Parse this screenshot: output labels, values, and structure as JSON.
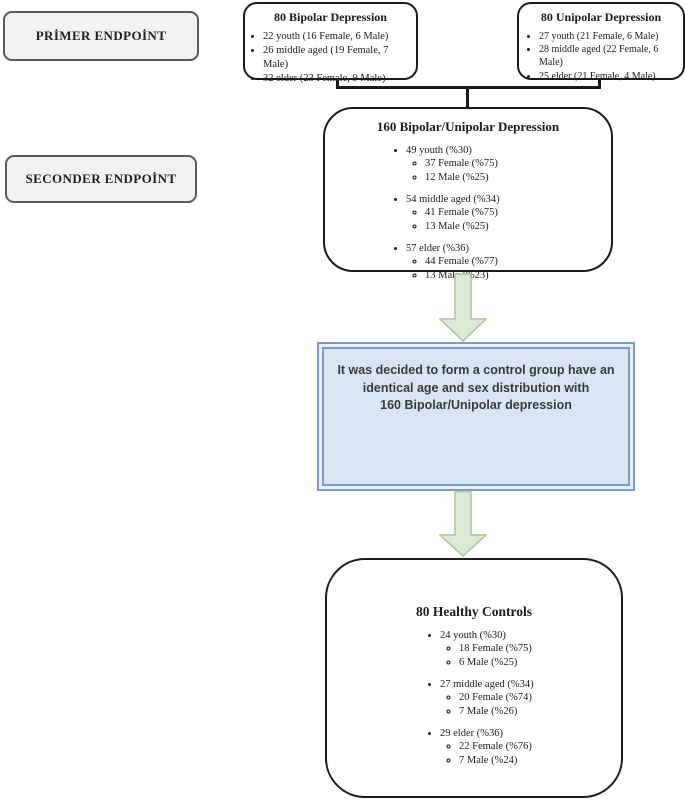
{
  "labels": {
    "primer": "PRİMER ENDPOİNT",
    "seconder": "SECONDER ENDPOİNT"
  },
  "bipolar_box": {
    "title": "80 Bipolar Depression",
    "items": [
      "22 youth (16 Female, 6 Male)",
      "26 middle aged (19 Female, 7 Male)",
      "32 elder (23 Female, 9 Male)"
    ]
  },
  "unipolar_box": {
    "title": "80 Unipolar Depression",
    "items": [
      "27 youth (21 Female, 6 Male)",
      "28 middle aged (22 Female, 6 Male)",
      "25 elder (21 Female, 4 Male)"
    ]
  },
  "combined_box": {
    "title": "160 Bipolar/Unipolar Depression",
    "groups": [
      {
        "label": "49 youth (%30)",
        "sub": [
          "37 Female (%75)",
          "12 Male (%25)"
        ]
      },
      {
        "label": "54 middle aged (%34)",
        "sub": [
          "41 Female (%75)",
          "13 Male (%25)"
        ]
      },
      {
        "label": "57 elder (%36)",
        "sub": [
          "44 Female (%77)",
          "13 Male (%23)"
        ]
      }
    ]
  },
  "decision_box": {
    "lines": [
      "It was decided to form a control group have an",
      "identical age and sex distribution with",
      "160 Bipolar/Unipolar depression"
    ]
  },
  "controls_box": {
    "title": "80 Healthy Controls",
    "groups": [
      {
        "label": "24 youth (%30)",
        "sub": [
          "18 Female (%75)",
          "6 Male (%25)"
        ]
      },
      {
        "label": "27 middle aged (%34)",
        "sub": [
          "20 Female (%74)",
          "7 Male (%26)"
        ]
      },
      {
        "label": "29 elder (%36)",
        "sub": [
          "22 Female (%76)",
          "7 Male (%24)"
        ]
      }
    ]
  },
  "colors": {
    "box_border": "#1b1b1b",
    "label_fill": "#f2f2f2",
    "label_border": "#5a5a5a",
    "decision_fill": "#d9e4f5",
    "decision_border": "#7b9bc8",
    "arrow_fill": "#dcead5",
    "arrow_stroke": "#a6c69c"
  }
}
